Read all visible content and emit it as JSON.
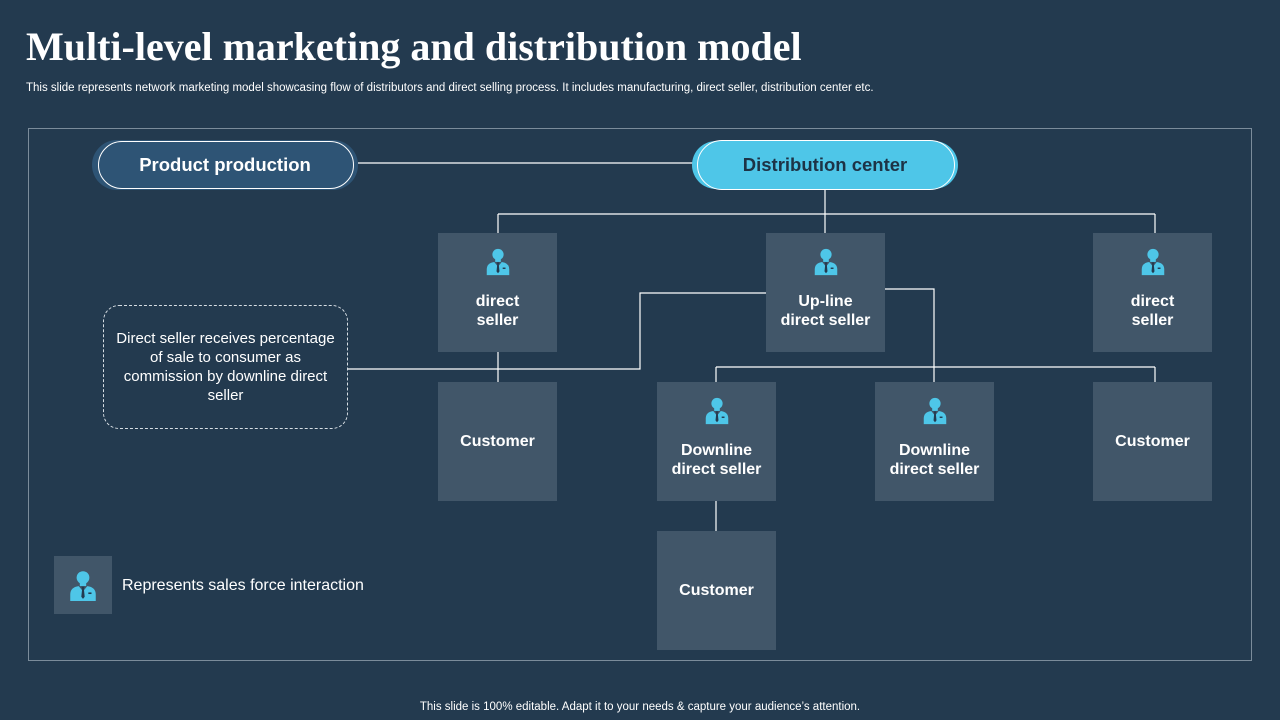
{
  "title": "Multi-level marketing and distribution model",
  "subtitle": "This slide represents network marketing model showcasing flow of distributors and direct selling process. It includes manufacturing, direct seller, distribution center etc.",
  "nodes": {
    "product_production": "Product production",
    "distribution_center": "Distribution center",
    "direct_seller_left": "direct\nseller",
    "upline_direct_seller": "Up-line\ndirect seller",
    "direct_seller_right": "direct\nseller",
    "customer_left": "Customer",
    "downline_seller_1": "Downline\ndirect seller",
    "downline_seller_2": "Downline\ndirect seller",
    "customer_right": "Customer",
    "customer_bottom": "Customer"
  },
  "note": "Direct seller receives percentage of sale to consumer as commission by downline direct seller",
  "legend": {
    "text": "Represents sales force interaction",
    "icon": "person-icon"
  },
  "footer": "This slide is 100% editable. Adapt it to your needs & capture your audience’s attention.",
  "colors": {
    "background": "#233a4f",
    "box": "#415669",
    "accent": "#4ec6e8",
    "product_pill": "#2e5475"
  }
}
